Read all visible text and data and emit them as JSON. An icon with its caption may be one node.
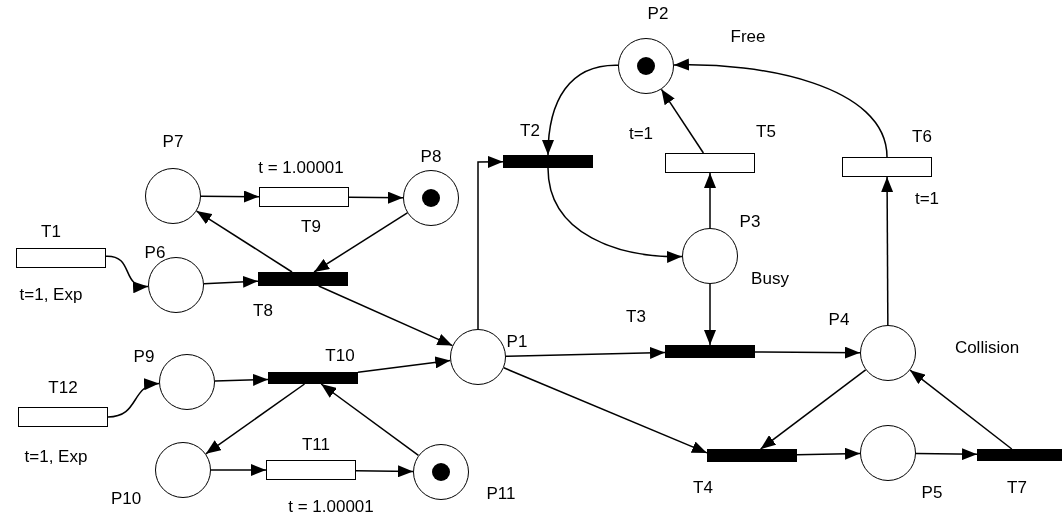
{
  "diagram": {
    "nodes": [
      {
        "text": [
          "P1"
        ]
      },
      {
        "text": [
          "P2"
        ],
        "beside": [
          "Free"
        ]
      },
      {
        "text": [
          "P3"
        ],
        "beside": [
          "Busy"
        ]
      },
      {
        "text": [
          "P4"
        ],
        "beside": [
          "Collision"
        ]
      },
      {
        "text": [
          "P5"
        ]
      },
      {
        "text": [
          "P6"
        ]
      },
      {
        "text": [
          "P7"
        ]
      },
      {
        "text": [
          "P8"
        ]
      },
      {
        "text": [
          "P9"
        ]
      },
      {
        "text": [
          "P10"
        ]
      },
      {
        "text": [
          "P11"
        ]
      },
      {
        "text": [
          "T1"
        ],
        "beside": [
          "t=1, Exp"
        ]
      },
      {
        "text": [
          "T2"
        ]
      },
      {
        "text": [
          "T3"
        ]
      },
      {
        "text": [
          "T4"
        ]
      },
      {
        "text": [
          "T5"
        ],
        "beside": [
          "t=1"
        ]
      },
      {
        "text": [
          "T6"
        ],
        "beside": [
          "t=1"
        ]
      },
      {
        "text": [
          "T7"
        ]
      },
      {
        "text": [
          "T8"
        ]
      },
      {
        "text": [
          "T9"
        ],
        "beside": [
          "t = 1.00001"
        ]
      },
      {
        "text": [
          "T10"
        ]
      },
      {
        "text": [
          "T11"
        ],
        "beside": [
          "t = 1.00001"
        ]
      },
      {
        "text": [
          "T12"
        ],
        "beside": [
          "t=1, Exp"
        ]
      },
      {
        "text": [],
        "shape": "circle",
        "in": 1
      },
      {
        "text": [],
        "shape": "circle",
        "in": 7
      },
      {
        "text": [],
        "shape": "circle",
        "in": 10
      }
    ],
    "edges": [
      {
        "from": 11,
        "to": 5,
        "arrow": "to"
      },
      {
        "from": 5,
        "to": 18,
        "arrow": "to"
      },
      {
        "from": 18,
        "to": 6,
        "arrow": "to"
      },
      {
        "from": 7,
        "to": 18,
        "arrow": "to"
      },
      {
        "from": 18,
        "to": 0,
        "arrow": "to"
      },
      {
        "from": 6,
        "to": 19,
        "arrow": "to"
      },
      {
        "from": 19,
        "to": 7,
        "arrow": "to"
      },
      {
        "from": 22,
        "to": 8,
        "arrow": "to"
      },
      {
        "from": 8,
        "to": 20,
        "arrow": "to"
      },
      {
        "from": 20,
        "to": 0,
        "arrow": "to"
      },
      {
        "from": 20,
        "to": 9,
        "arrow": "to"
      },
      {
        "from": 10,
        "to": 20,
        "arrow": "to"
      },
      {
        "from": 9,
        "to": 21,
        "arrow": "to"
      },
      {
        "from": 21,
        "to": 10,
        "arrow": "to"
      },
      {
        "from": 0,
        "to": 12,
        "arrow": "to"
      },
      {
        "from": 1,
        "to": 12,
        "arrow": "to"
      },
      {
        "from": 12,
        "to": 2,
        "arrow": "to"
      },
      {
        "from": 2,
        "to": 15,
        "arrow": "to"
      },
      {
        "from": 15,
        "to": 1,
        "arrow": "to"
      },
      {
        "from": 0,
        "to": 13,
        "arrow": "to"
      },
      {
        "from": 2,
        "to": 13,
        "arrow": "to"
      },
      {
        "from": 13,
        "to": 3,
        "arrow": "to"
      },
      {
        "from": 0,
        "to": 14,
        "arrow": "to"
      },
      {
        "from": 3,
        "to": 14,
        "arrow": "to"
      },
      {
        "from": 14,
        "to": 4,
        "arrow": "to"
      },
      {
        "from": 4,
        "to": 17,
        "arrow": "to"
      },
      {
        "from": 17,
        "to": 3,
        "arrow": "to"
      },
      {
        "from": 3,
        "to": 16,
        "arrow": "to"
      },
      {
        "from": 16,
        "to": 1,
        "arrow": "to"
      }
    ]
  }
}
